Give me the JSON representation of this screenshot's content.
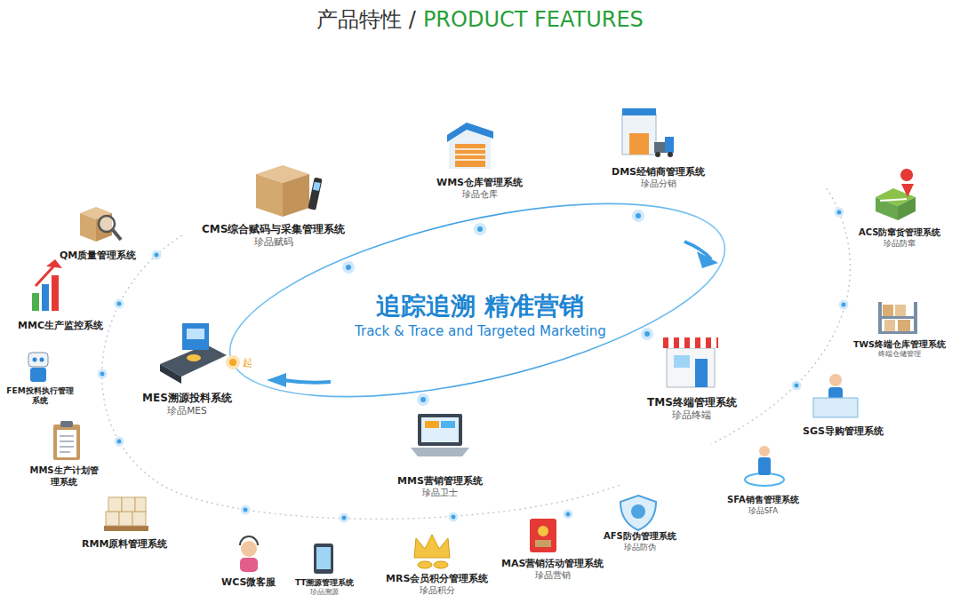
{
  "diagram": {
    "title": "产品特性 /",
    "nodes": [
      {
        "text": [
          "WMS仓库管理系统",
          "珍品仓库"
        ]
      },
      {
        "text": [
          "DMS经销商管理系统",
          "珍品分销"
        ]
      },
      {
        "text": [
          "CMS综合赋码与采集管理系统",
          "珍品赋码"
        ]
      },
      {
        "text": [
          "QM质量管理系统"
        ]
      },
      {
        "text": [
          "ACS防窜货管理系统",
          "珍品防窜"
        ]
      },
      {
        "text": [
          "MMC生产监控系统"
        ]
      },
      {
        "text": [
          "TWS终端仓库管理系统",
          "终端仓储管理"
        ]
      },
      {
        "text": [
          "MES溯源投料系统",
          "珍品MES"
        ]
      },
      {
        "text": [
          "FEM投料执行管理系统"
        ]
      },
      {
        "text": [
          "TMS终端管理系统",
          "珍品终端"
        ]
      },
      {
        "text": [
          "SGS导购管理系统"
        ]
      },
      {
        "text": [
          "MMS生产计划管理系统"
        ]
      },
      {
        "text": [
          "MMS营销管理系统",
          "珍品卫士"
        ]
      },
      {
        "text": [
          "SFA销售管理系统",
          "珍品SFA"
        ]
      },
      {
        "text": [
          "RMM原料管理系统"
        ]
      },
      {
        "text": [
          "AFS防伪管理系统",
          "珍品防伪"
        ]
      },
      {
        "text": [
          "WCS微客服"
        ]
      },
      {
        "text": [
          "TT溯源管理系统",
          "珍品溯源"
        ]
      },
      {
        "text": [
          "MRS会员积分管理系统",
          "珍品积分"
        ]
      },
      {
        "text": [
          "MAS营销活动管理系统",
          "珍品营销"
        ]
      }
    ],
    "labels": [
      "PRODUCT FEATURES",
      "追踪追溯 精准营销",
      "Track & Trace and Targeted Marketing",
      "起"
    ]
  }
}
